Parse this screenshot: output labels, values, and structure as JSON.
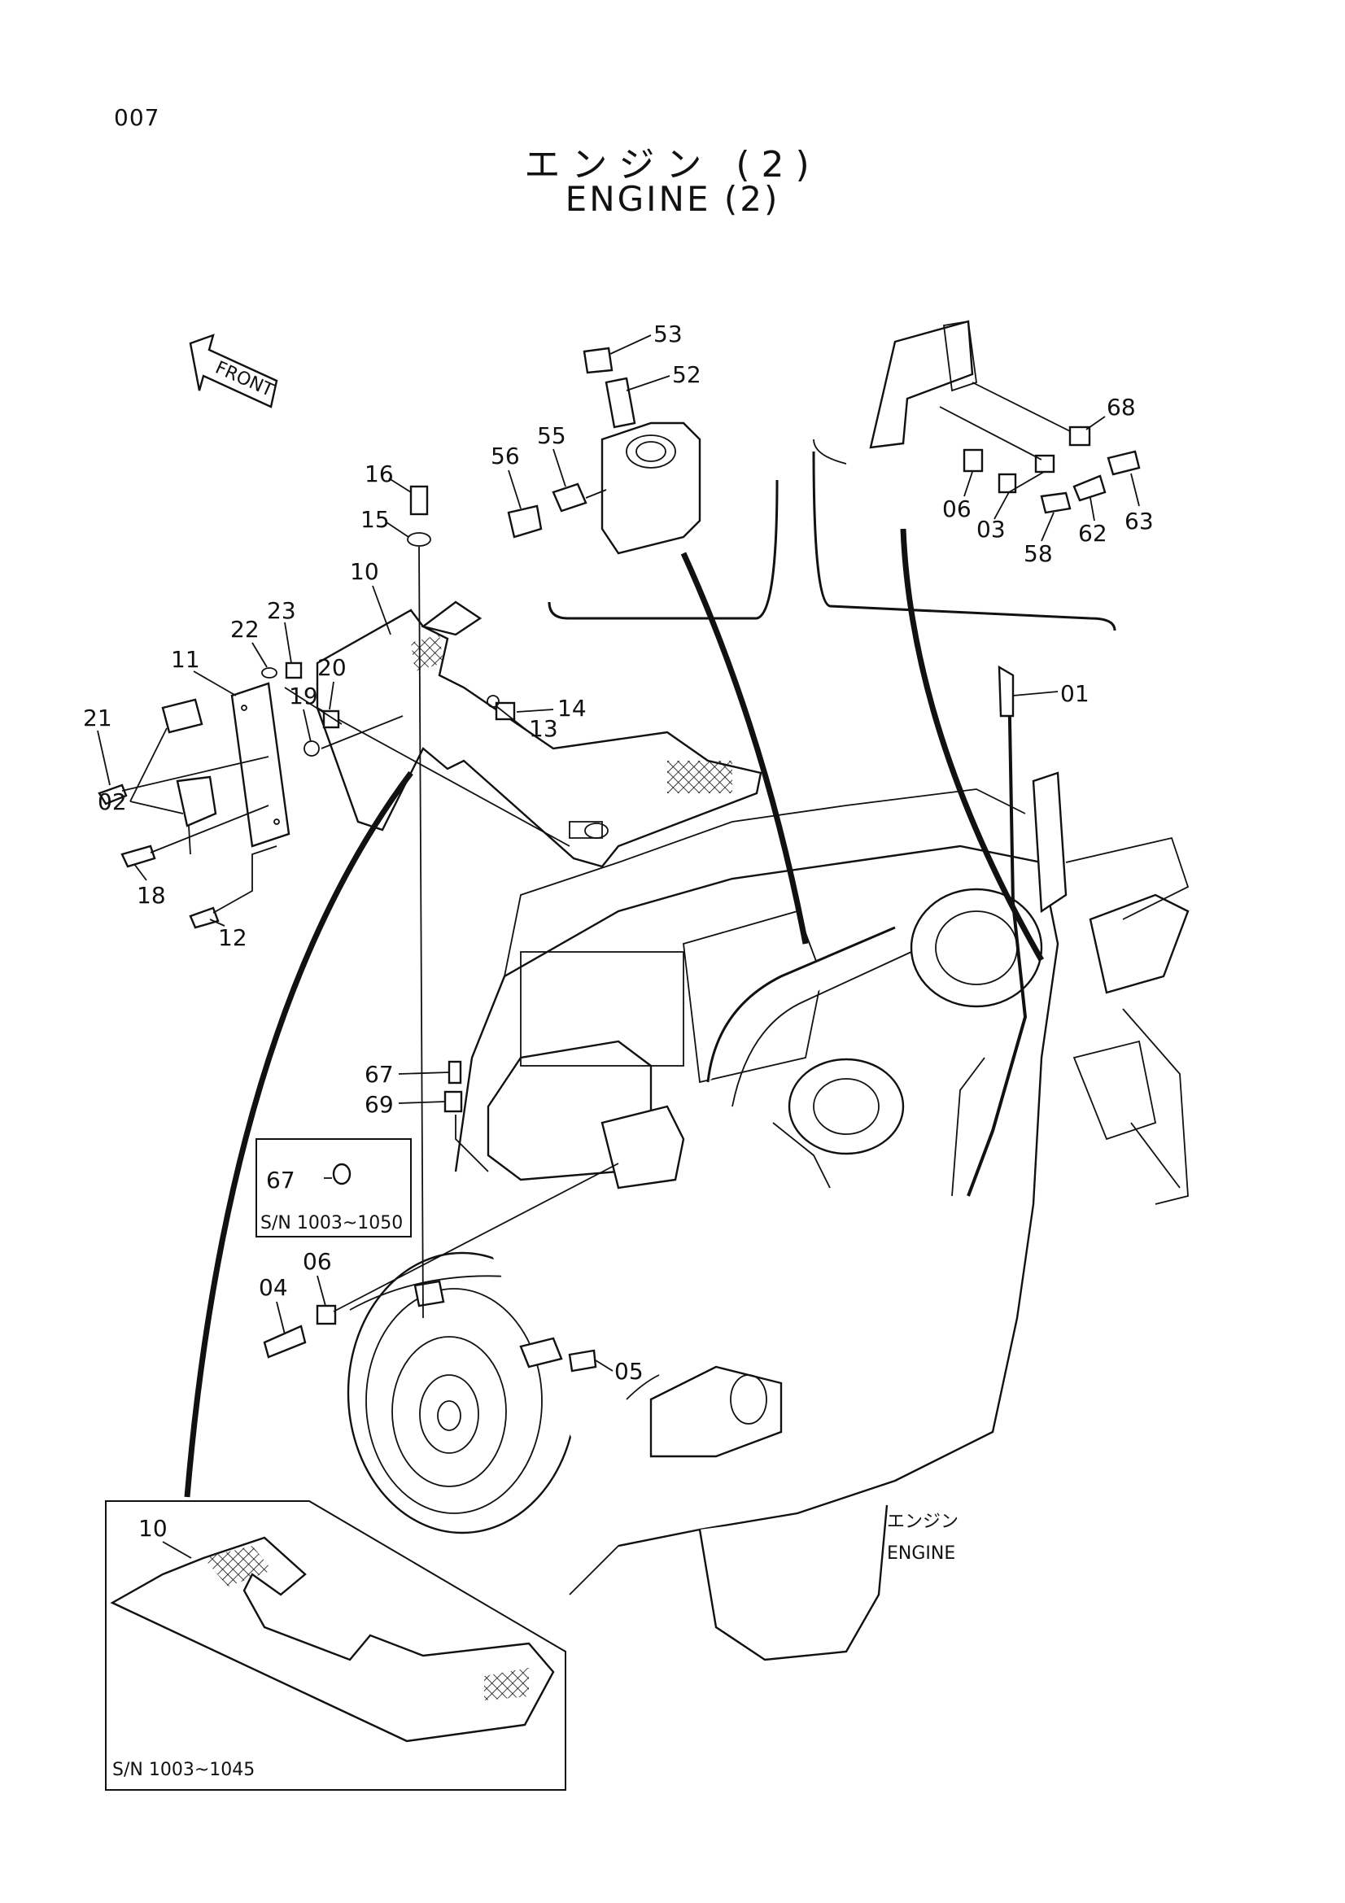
{
  "page_number": "007",
  "title_jp": "エンジン (2)",
  "title_en": "ENGINE (2)",
  "front_label": "FRONT",
  "engine_label_jp": "エンジン",
  "engine_label_en": "ENGINE",
  "inset_boxes": {
    "switch_box_serial": "S/N 1003~1050",
    "cover_box_serial": "S/N 1003~1045",
    "switch_box_part": "67",
    "cover_box_part": "10"
  },
  "callouts": [
    "53",
    "52",
    "55",
    "56",
    "68",
    "06",
    "03",
    "58",
    "62",
    "63",
    "16",
    "15",
    "10",
    "23",
    "22",
    "11",
    "20",
    "19",
    "14",
    "13",
    "21",
    "02",
    "18",
    "12",
    "01",
    "67",
    "69",
    "04",
    "06",
    "05"
  ]
}
